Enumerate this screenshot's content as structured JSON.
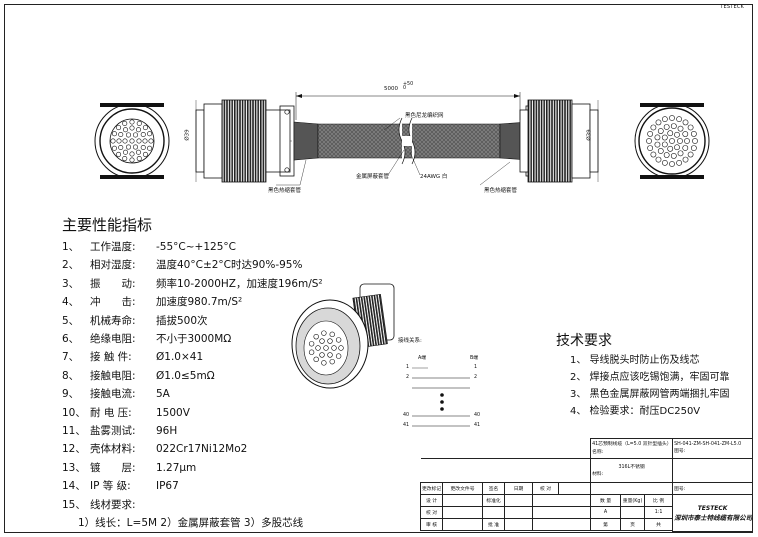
{
  "corner_mark": "TESTECK",
  "drawing": {
    "length_dim": "5000",
    "length_tol": "+50\n0",
    "dia_left": "Ø39",
    "dia_right": "Ø39",
    "callouts": {
      "black_nylon_braid": "黑色尼龙编织网",
      "metal_shield_sleeve": "金属屏蔽套管",
      "wire_awg": "24AWG 白",
      "heat_shrink_left": "黑色热缩套管",
      "heat_shrink_right": "黑色热缩套管"
    }
  },
  "specs": {
    "title": "主要性能指标",
    "items": [
      {
        "no": "1、",
        "label": "工作温度:",
        "value": "-55°C~+125°C"
      },
      {
        "no": "2、",
        "label": "相对湿度:",
        "value": "温度40°C±2°C时达90%-95%"
      },
      {
        "no": "3、",
        "label": "振　　动:",
        "value": "频率10-2000HZ，加速度196m/S²"
      },
      {
        "no": "4、",
        "label": "冲　　击:",
        "value": "加速度980.7m/S²"
      },
      {
        "no": "5、",
        "label": "机械寿命:",
        "value": "插拔500次"
      },
      {
        "no": "6、",
        "label": "绝缘电阻:",
        "value": "不小于3000MΩ"
      },
      {
        "no": "7、",
        "label": "接 触 件:",
        "value": "Ø1.0×41"
      },
      {
        "no": "8、",
        "label": "接触电阻:",
        "value": "Ø1.0≤5mΩ"
      },
      {
        "no": "9、",
        "label": "接触电流:",
        "value": "5A"
      },
      {
        "no": "10、",
        "label": "耐 电 压:",
        "value": "1500V"
      },
      {
        "no": "11、",
        "label": "盐雾测试:",
        "value": "96H"
      },
      {
        "no": "12、",
        "label": "壳体材料:",
        "value": "022Cr17Ni12Mo2"
      },
      {
        "no": "13、",
        "label": "镀　　层:",
        "value": "1.27μm"
      },
      {
        "no": "14、",
        "label": "IP 等 级:",
        "value": "IP67"
      },
      {
        "no": "15、",
        "label": "线材要求:",
        "value": ""
      }
    ],
    "wire_req": "1）线长：L=5M 2）金属屏蔽套管 3）多股芯线"
  },
  "wiring": {
    "title": "接线关系:",
    "end_a": "A端",
    "end_b": "B端",
    "pins": [
      "1",
      "2",
      "40",
      "41"
    ]
  },
  "tech": {
    "title": "技术要求",
    "items": [
      "1、  导线脱头时防止伤及线芯",
      "2、  焊接点应该吃锡饱满，牢固可靠",
      "3、  黑色金属屏蔽网管两端捆扎牢固",
      "4、  检验要求：耐压DC250V"
    ]
  },
  "title_block": {
    "product_name": "41芯预制线缆（L=5.0 双针型插头）",
    "name_label": "名称:",
    "drawing_no": "SH-041-ZM-SH-041-ZM-L5.0",
    "drawing_no_label": "图号:",
    "material": "316L不锈钢",
    "material_label": "材料:",
    "change_mark": "更改标记",
    "change_doc": "更改文件号",
    "signature": "签名",
    "date": "日期",
    "design": "设 计",
    "standardize": "标准化",
    "check": "校 对",
    "review": "审 核",
    "approve": "批 准",
    "quantity": "数 量",
    "weight": "重量(Kg)",
    "ratio": "比 例",
    "qty_val": "A",
    "ratio_val": "1:1",
    "total": "共",
    "page": "页",
    "sheet": "第",
    "company_en": "TESTECK",
    "company_cn": "深圳市泰士特线缆有限公司"
  }
}
